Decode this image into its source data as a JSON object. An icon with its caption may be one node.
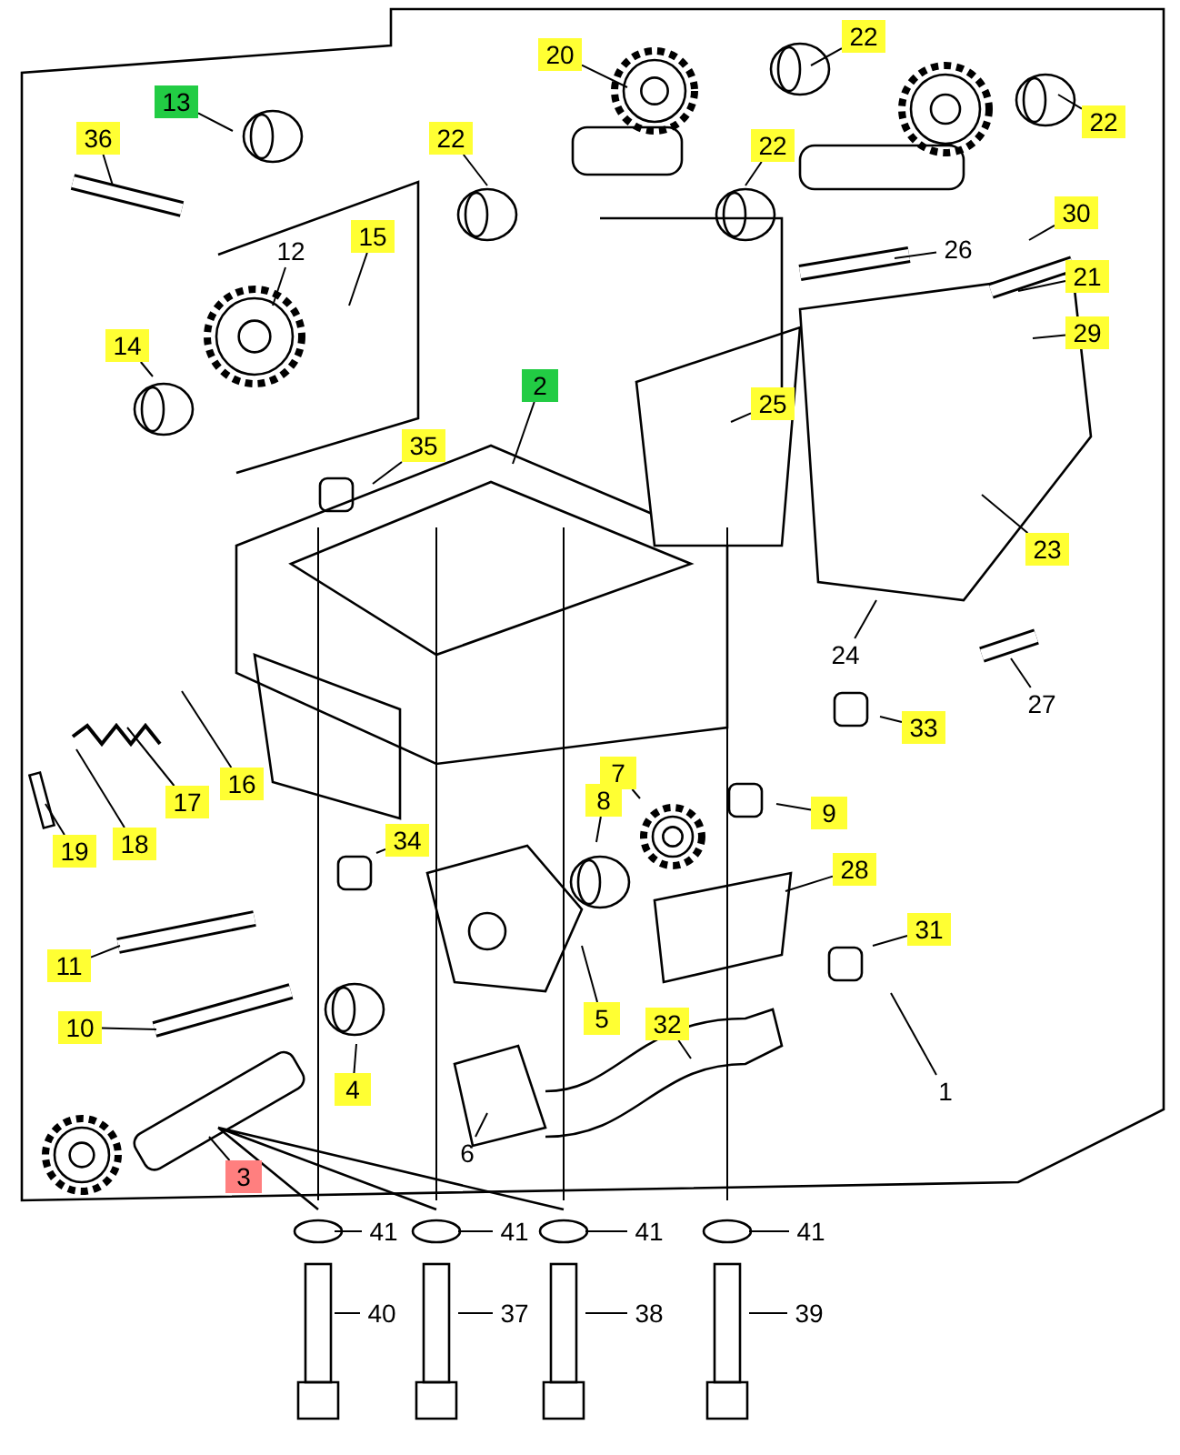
{
  "diagram": {
    "nodes": [
      {
        "text": [
          "13"
        ]
      },
      {
        "text": [
          "36"
        ]
      },
      {
        "text": [
          "12"
        ]
      },
      {
        "text": [
          "15"
        ]
      },
      {
        "text": [
          "14"
        ]
      },
      {
        "text": [
          "20"
        ]
      },
      {
        "text": [
          "22"
        ]
      },
      {
        "text": [
          "22"
        ]
      },
      {
        "text": [
          "22"
        ]
      },
      {
        "text": [
          "22"
        ]
      },
      {
        "text": [
          "21"
        ]
      },
      {
        "text": [
          "26"
        ]
      },
      {
        "text": [
          "30"
        ]
      },
      {
        "text": [
          "29"
        ]
      },
      {
        "text": [
          "2"
        ]
      },
      {
        "text": [
          "25"
        ]
      },
      {
        "text": [
          "35"
        ]
      },
      {
        "text": [
          "23"
        ]
      },
      {
        "text": [
          "24"
        ]
      },
      {
        "text": [
          "27"
        ]
      },
      {
        "text": [
          "33"
        ]
      },
      {
        "text": [
          "16"
        ]
      },
      {
        "text": [
          "17"
        ]
      },
      {
        "text": [
          "18"
        ]
      },
      {
        "text": [
          "19"
        ]
      },
      {
        "text": [
          "7"
        ]
      },
      {
        "text": [
          "8"
        ]
      },
      {
        "text": [
          "9"
        ]
      },
      {
        "text": [
          "34"
        ]
      },
      {
        "text": [
          "28"
        ]
      },
      {
        "text": [
          "11"
        ]
      },
      {
        "text": [
          "31"
        ]
      },
      {
        "text": [
          "10"
        ]
      },
      {
        "text": [
          "5"
        ]
      },
      {
        "text": [
          "32"
        ]
      },
      {
        "text": [
          "4"
        ]
      },
      {
        "text": [
          "1"
        ]
      },
      {
        "text": [
          "6"
        ]
      },
      {
        "text": [
          "3"
        ]
      },
      {
        "text": [
          "41"
        ]
      },
      {
        "text": [
          "41"
        ]
      },
      {
        "text": [
          "41"
        ]
      },
      {
        "text": [
          "41"
        ]
      },
      {
        "text": [
          "40"
        ]
      },
      {
        "text": [
          "37"
        ]
      },
      {
        "text": [
          "38"
        ]
      },
      {
        "text": [
          "39"
        ]
      }
    ],
    "edges": [
      {
        "from": 0,
        "to": null,
        "arrow": "none"
      },
      {
        "from": 1,
        "to": null,
        "arrow": "none"
      },
      {
        "from": 2,
        "to": null,
        "arrow": "none"
      },
      {
        "from": 3,
        "to": null,
        "arrow": "none"
      },
      {
        "from": 4,
        "to": null,
        "arrow": "none"
      },
      {
        "from": 5,
        "to": null,
        "arrow": "none"
      },
      {
        "from": 6,
        "to": null,
        "arrow": "none"
      },
      {
        "from": 7,
        "to": null,
        "arrow": "none"
      },
      {
        "from": 8,
        "to": null,
        "arrow": "none"
      },
      {
        "from": 9,
        "to": null,
        "arrow": "none"
      },
      {
        "from": 10,
        "to": null,
        "arrow": "none"
      },
      {
        "from": 11,
        "to": null,
        "arrow": "none"
      },
      {
        "from": 12,
        "to": null,
        "arrow": "none"
      },
      {
        "from": 13,
        "to": null,
        "arrow": "none"
      },
      {
        "from": 14,
        "to": null,
        "arrow": "none"
      },
      {
        "from": 15,
        "to": null,
        "arrow": "none"
      },
      {
        "from": 16,
        "to": null,
        "arrow": "none"
      },
      {
        "from": 17,
        "to": null,
        "arrow": "none"
      },
      {
        "from": 18,
        "to": null,
        "arrow": "none"
      },
      {
        "from": 19,
        "to": null,
        "arrow": "none"
      },
      {
        "from": 20,
        "to": null,
        "arrow": "none"
      },
      {
        "from": 21,
        "to": null,
        "arrow": "none"
      },
      {
        "from": 22,
        "to": null,
        "arrow": "none"
      },
      {
        "from": 23,
        "to": null,
        "arrow": "none"
      },
      {
        "from": 24,
        "to": null,
        "arrow": "none"
      },
      {
        "from": 25,
        "to": null,
        "arrow": "none"
      },
      {
        "from": 26,
        "to": null,
        "arrow": "none"
      },
      {
        "from": 27,
        "to": null,
        "arrow": "none"
      },
      {
        "from": 28,
        "to": null,
        "arrow": "none"
      },
      {
        "from": 29,
        "to": null,
        "arrow": "none"
      },
      {
        "from": 30,
        "to": null,
        "arrow": "none"
      },
      {
        "from": 31,
        "to": null,
        "arrow": "none"
      },
      {
        "from": 32,
        "to": null,
        "arrow": "none"
      },
      {
        "from": 33,
        "to": null,
        "arrow": "none"
      },
      {
        "from": 34,
        "to": null,
        "arrow": "none"
      },
      {
        "from": 35,
        "to": null,
        "arrow": "none"
      },
      {
        "from": 36,
        "to": null,
        "arrow": "none"
      },
      {
        "from": 37,
        "to": null,
        "arrow": "none"
      },
      {
        "from": 38,
        "to": null,
        "arrow": "none"
      },
      {
        "from": 39,
        "to": null,
        "arrow": "none"
      },
      {
        "from": 40,
        "to": null,
        "arrow": "none"
      },
      {
        "from": 41,
        "to": null,
        "arrow": "none"
      },
      {
        "from": 42,
        "to": null,
        "arrow": "none"
      },
      {
        "from": 43,
        "to": null,
        "arrow": "none"
      },
      {
        "from": 44,
        "to": null,
        "arrow": "none"
      },
      {
        "from": 45,
        "to": null,
        "arrow": "none"
      },
      {
        "from": 46,
        "to": null,
        "arrow": "none"
      }
    ]
  }
}
